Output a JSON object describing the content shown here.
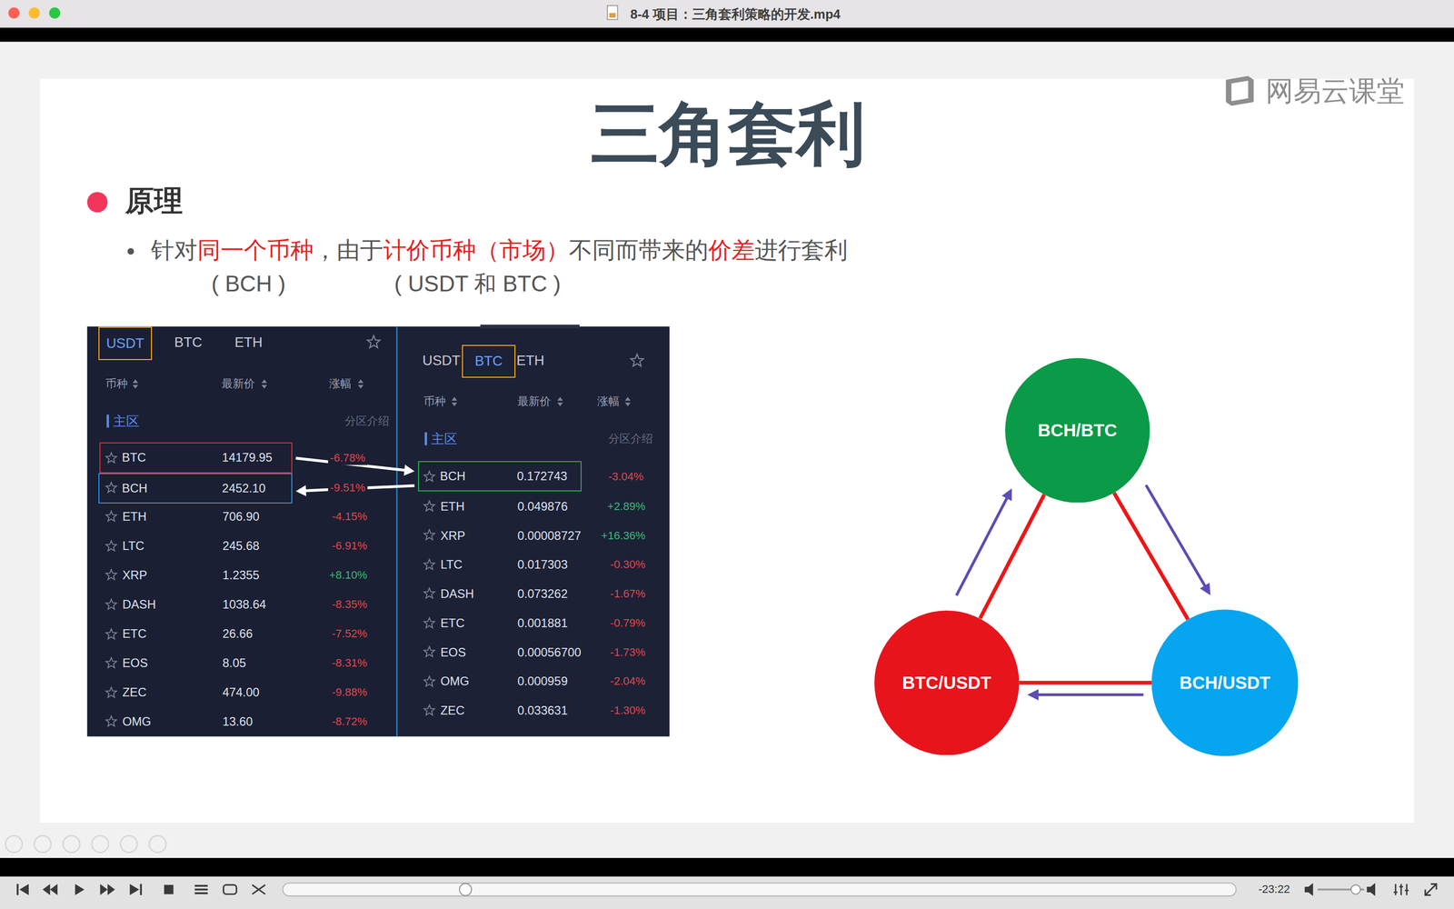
{
  "diagram": {
    "title": "三角套利",
    "nodes": [
      {
        "text": [
          "USDT"
        ]
      },
      {
        "text": [
          "BTC",
          "14179.95"
        ]
      },
      {
        "text": [
          "BCH",
          "2452.10"
        ]
      },
      {
        "text": [
          "BTC"
        ]
      },
      {
        "text": [
          "BCH",
          "0.172743"
        ]
      },
      {
        "text": [
          "BCH/BTC"
        ]
      },
      {
        "text": [
          "BTC/USDT"
        ]
      },
      {
        "text": [
          "BCH/USDT"
        ]
      }
    ],
    "edges": [
      {
        "from": 1,
        "to": 4,
        "arrow": "to"
      },
      {
        "from": 4,
        "to": 2,
        "arrow": "to"
      },
      {
        "from": 5,
        "to": 6,
        "arrow": "none"
      },
      {
        "from": 5,
        "to": 7,
        "arrow": "none"
      },
      {
        "from": 6,
        "to": 7,
        "arrow": "none"
      },
      {
        "from": 6,
        "to": 5,
        "arrow": "to"
      },
      {
        "from": 5,
        "to": 7,
        "arrow": "to"
      },
      {
        "from": 7,
        "to": 6,
        "arrow": "to"
      }
    ],
    "labels": [
      "8-4 项目：三角套利策略的开发.mp4",
      "网易云课堂",
      "原理",
      "针对",
      "同一个币种",
      "，由于",
      "计价币种（市场）",
      "不同而带来的",
      "价差",
      "进行套利",
      "( BCH )",
      "( USDT 和 BTC )",
      "BTC",
      "ETH",
      "币种",
      "最新价",
      "涨幅",
      "主区",
      "分区介绍",
      "-6.78%",
      "-9.51%",
      "ETH",
      "706.90",
      "-4.15%",
      "LTC",
      "245.68",
      "-6.91%",
      "XRP",
      "1.2355",
      "+8.10%",
      "DASH",
      "1038.64",
      "-8.35%",
      "ETC",
      "26.66",
      "-7.52%",
      "EOS",
      "8.05",
      "-8.31%",
      "ZEC",
      "474.00",
      "-9.88%",
      "OMG",
      "13.60",
      "-8.72%",
      "USDT",
      "ETH",
      "币种",
      "最新价",
      "涨幅",
      "主区",
      "分区介绍",
      "-3.04%",
      "ETH",
      "0.049876",
      "+2.89%",
      "XRP",
      "0.00008727",
      "+16.36%",
      "LTC",
      "0.017303",
      "-0.30%",
      "DASH",
      "0.073262",
      "-1.67%",
      "ETC",
      "0.001881",
      "-0.79%",
      "EOS",
      "0.00056700",
      "-1.73%",
      "OMG",
      "0.000959",
      "-2.04%",
      "ZEC",
      "0.033631",
      "-1.30%",
      "-23:22"
    ]
  }
}
